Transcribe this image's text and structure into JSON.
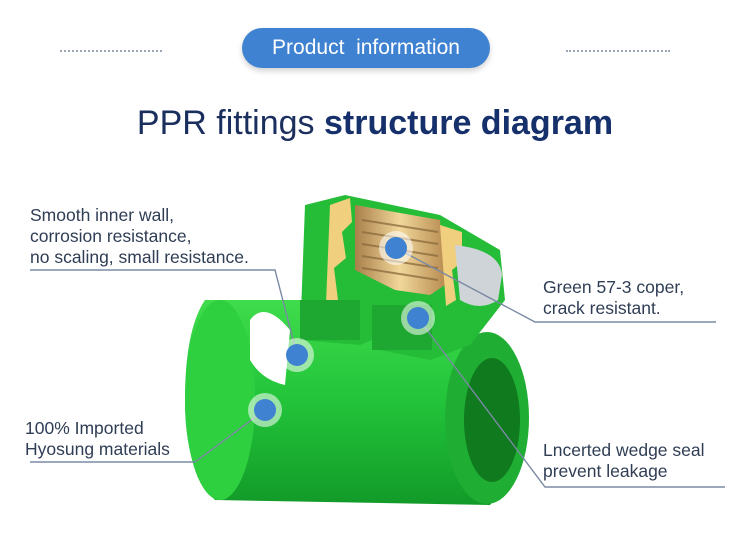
{
  "header": {
    "badge_label": "Product  information"
  },
  "title": {
    "light": "PPR fittings ",
    "bold": "structure diagram"
  },
  "callouts": {
    "smooth_wall": [
      "Smooth inner wall,",
      "corrosion resistance,",
      "no scaling, small resistance."
    ],
    "green_coper": [
      "Green 57-3 coper,",
      "crack resistant."
    ],
    "imported": [
      "100% Imported",
      "Hyosung materials"
    ],
    "wedge_seal": [
      "Lncerted wedge seal",
      "prevent leakage"
    ]
  },
  "colors": {
    "accent_blue": "#3f82d2",
    "title_navy": "#1a2f5e",
    "pipe_green": "#2ecc40",
    "brass": "#e8c77a"
  }
}
